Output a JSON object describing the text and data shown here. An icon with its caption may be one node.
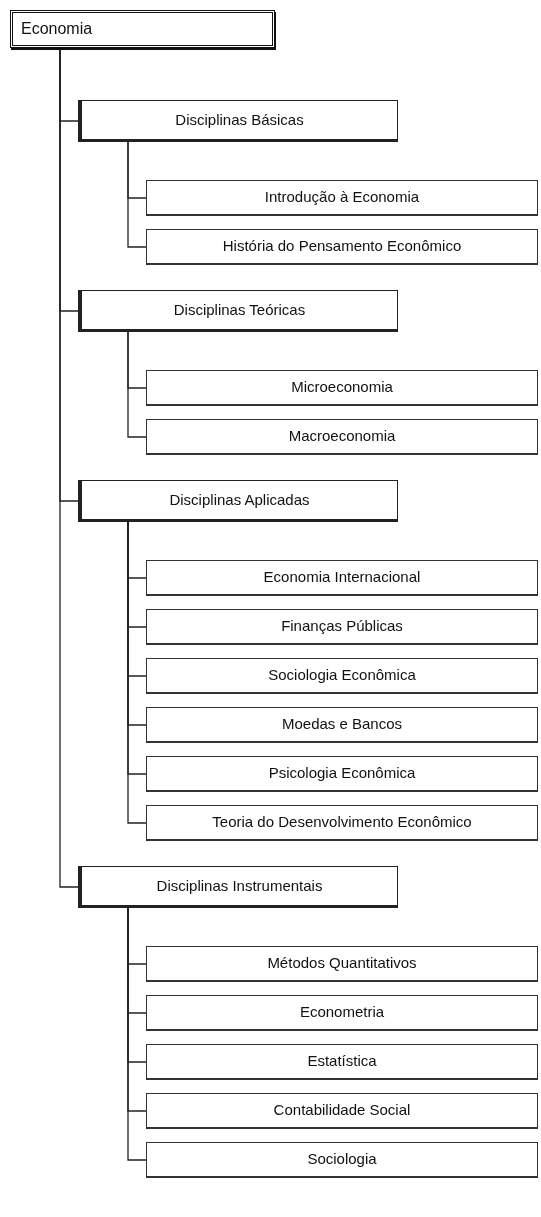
{
  "diagram": {
    "nodes": [
      {
        "text": [
          "Economia"
        ]
      },
      {
        "text": [
          "Disciplinas Básicas"
        ]
      },
      {
        "text": [
          "Introdução à Economia"
        ]
      },
      {
        "text": [
          "História do Pensamento Econômico"
        ]
      },
      {
        "text": [
          "Disciplinas Teóricas"
        ]
      },
      {
        "text": [
          "Microeconomia"
        ]
      },
      {
        "text": [
          "Macroeconomia"
        ]
      },
      {
        "text": [
          "Disciplinas Aplicadas"
        ]
      },
      {
        "text": [
          "Economia Internacional"
        ]
      },
      {
        "text": [
          "Finanças Públicas"
        ]
      },
      {
        "text": [
          "Sociologia Econômica"
        ]
      },
      {
        "text": [
          "Moedas e Bancos"
        ]
      },
      {
        "text": [
          "Psicologia Econômica"
        ]
      },
      {
        "text": [
          "Teoria do Desenvolvimento Econômico"
        ]
      },
      {
        "text": [
          "Disciplinas Instrumentais"
        ]
      },
      {
        "text": [
          "Métodos Quantitativos"
        ]
      },
      {
        "text": [
          "Econometria"
        ]
      },
      {
        "text": [
          "Estatística"
        ]
      },
      {
        "text": [
          "Contabilidade Social"
        ]
      },
      {
        "text": [
          "Sociologia"
        ]
      }
    ],
    "edges": [
      {
        "from": 0,
        "to": 1,
        "arrow": "none"
      },
      {
        "from": 1,
        "to": 2,
        "arrow": "none"
      },
      {
        "from": 1,
        "to": 3,
        "arrow": "none"
      },
      {
        "from": 0,
        "to": 4,
        "arrow": "none"
      },
      {
        "from": 4,
        "to": 5,
        "arrow": "none"
      },
      {
        "from": 4,
        "to": 6,
        "arrow": "none"
      },
      {
        "from": 0,
        "to": 7,
        "arrow": "none"
      },
      {
        "from": 7,
        "to": 8,
        "arrow": "none"
      },
      {
        "from": 7,
        "to": 9,
        "arrow": "none"
      },
      {
        "from": 7,
        "to": 10,
        "arrow": "none"
      },
      {
        "from": 7,
        "to": 11,
        "arrow": "none"
      },
      {
        "from": 7,
        "to": 12,
        "arrow": "none"
      },
      {
        "from": 7,
        "to": 13,
        "arrow": "none"
      },
      {
        "from": 0,
        "to": 14,
        "arrow": "none"
      },
      {
        "from": 14,
        "to": 15,
        "arrow": "none"
      },
      {
        "from": 14,
        "to": 16,
        "arrow": "none"
      },
      {
        "from": 14,
        "to": 17,
        "arrow": "none"
      },
      {
        "from": 14,
        "to": 18,
        "arrow": "none"
      },
      {
        "from": 14,
        "to": 19,
        "arrow": "none"
      }
    ]
  }
}
